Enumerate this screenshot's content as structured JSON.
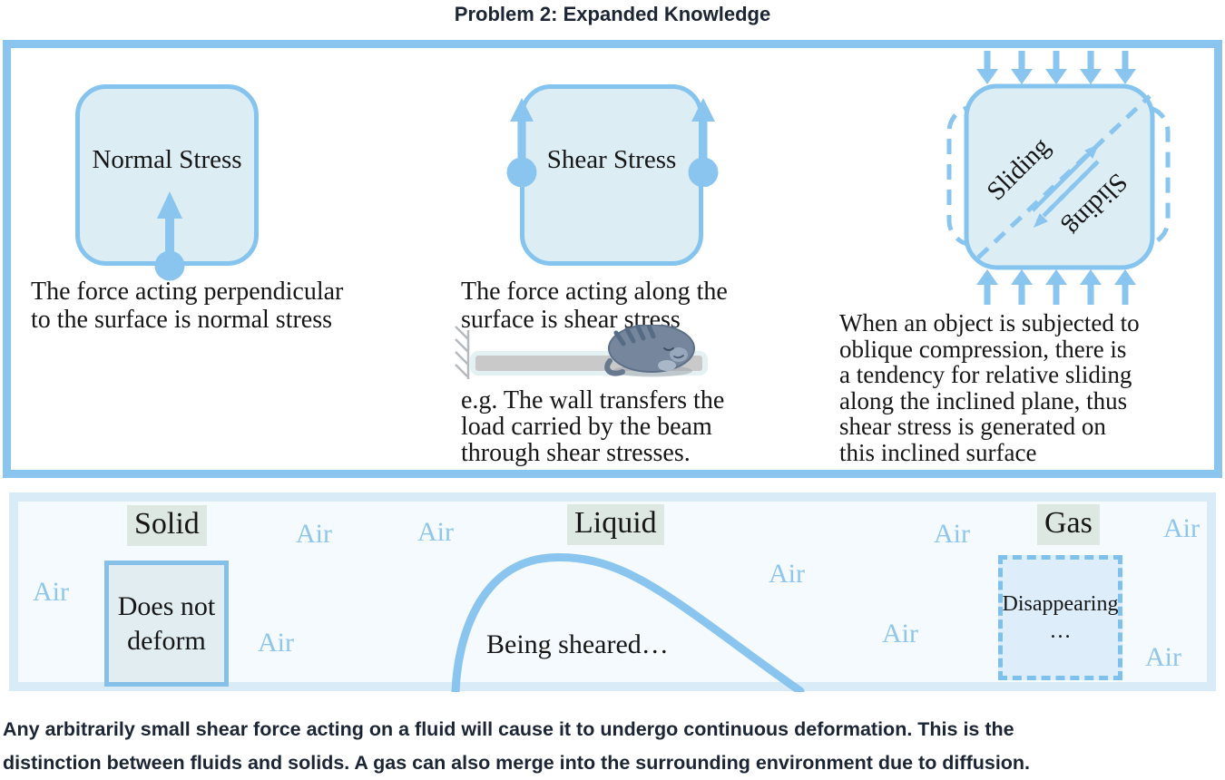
{
  "title": "Problem 2: Expanded Knowledge",
  "stress_panel": {
    "normal": {
      "label": "Normal Stress",
      "caption_lines": [
        "The force acting perpendicular",
        "to the surface is normal stress"
      ]
    },
    "shear": {
      "label": "Shear Stress",
      "caption_lines": [
        "The force acting along the",
        "surface is shear stress"
      ],
      "example_lines": [
        "e.g. The wall transfers the",
        "load carried by the beam",
        "through shear stresses."
      ]
    },
    "oblique": {
      "sliding_labels": [
        "Sliding",
        "Sliding"
      ],
      "caption_lines": [
        "When an object is subjected to",
        "oblique compression, there is",
        "a tendency for relative sliding",
        "along the inclined plane, thus",
        "shear stress is generated on",
        "this inclined surface"
      ]
    }
  },
  "fluid_panel": {
    "solid": {
      "label": "Solid",
      "box_lines": [
        "Does not",
        "deform"
      ]
    },
    "liquid": {
      "label": "Liquid",
      "note": "Being sheared…"
    },
    "gas": {
      "label": "Gas",
      "box_lines": [
        "Disappearing",
        "…"
      ]
    },
    "air_labels": [
      "Air",
      "Air",
      "Air",
      "Air",
      "Air",
      "Air",
      "Air",
      "Air",
      "Air"
    ]
  },
  "footer_lines": [
    "Any arbitrarily small shear force acting on a fluid will cause it to undergo continuous deformation. This is the",
    "distinction between fluids and solids. A gas can also merge into the surrounding environment due to diffusion."
  ],
  "colors": {
    "accent_blue": "#8AC5EF",
    "square_fill": "#DCEDF4",
    "air_text": "#8FC6EF",
    "panel2_border": "#D8EBF7",
    "panel2_fill": "#F4FAFD",
    "label_highlight": "#DEE8E3",
    "heading_text": "#1B2533",
    "beam_gray": "#C9C9C9",
    "cat_gray": "#76879D"
  },
  "icons": {
    "cat": "sleeping-cat-icon",
    "wall": "fixed-support-hatch-icon",
    "arrows": "force-arrow-icon"
  }
}
